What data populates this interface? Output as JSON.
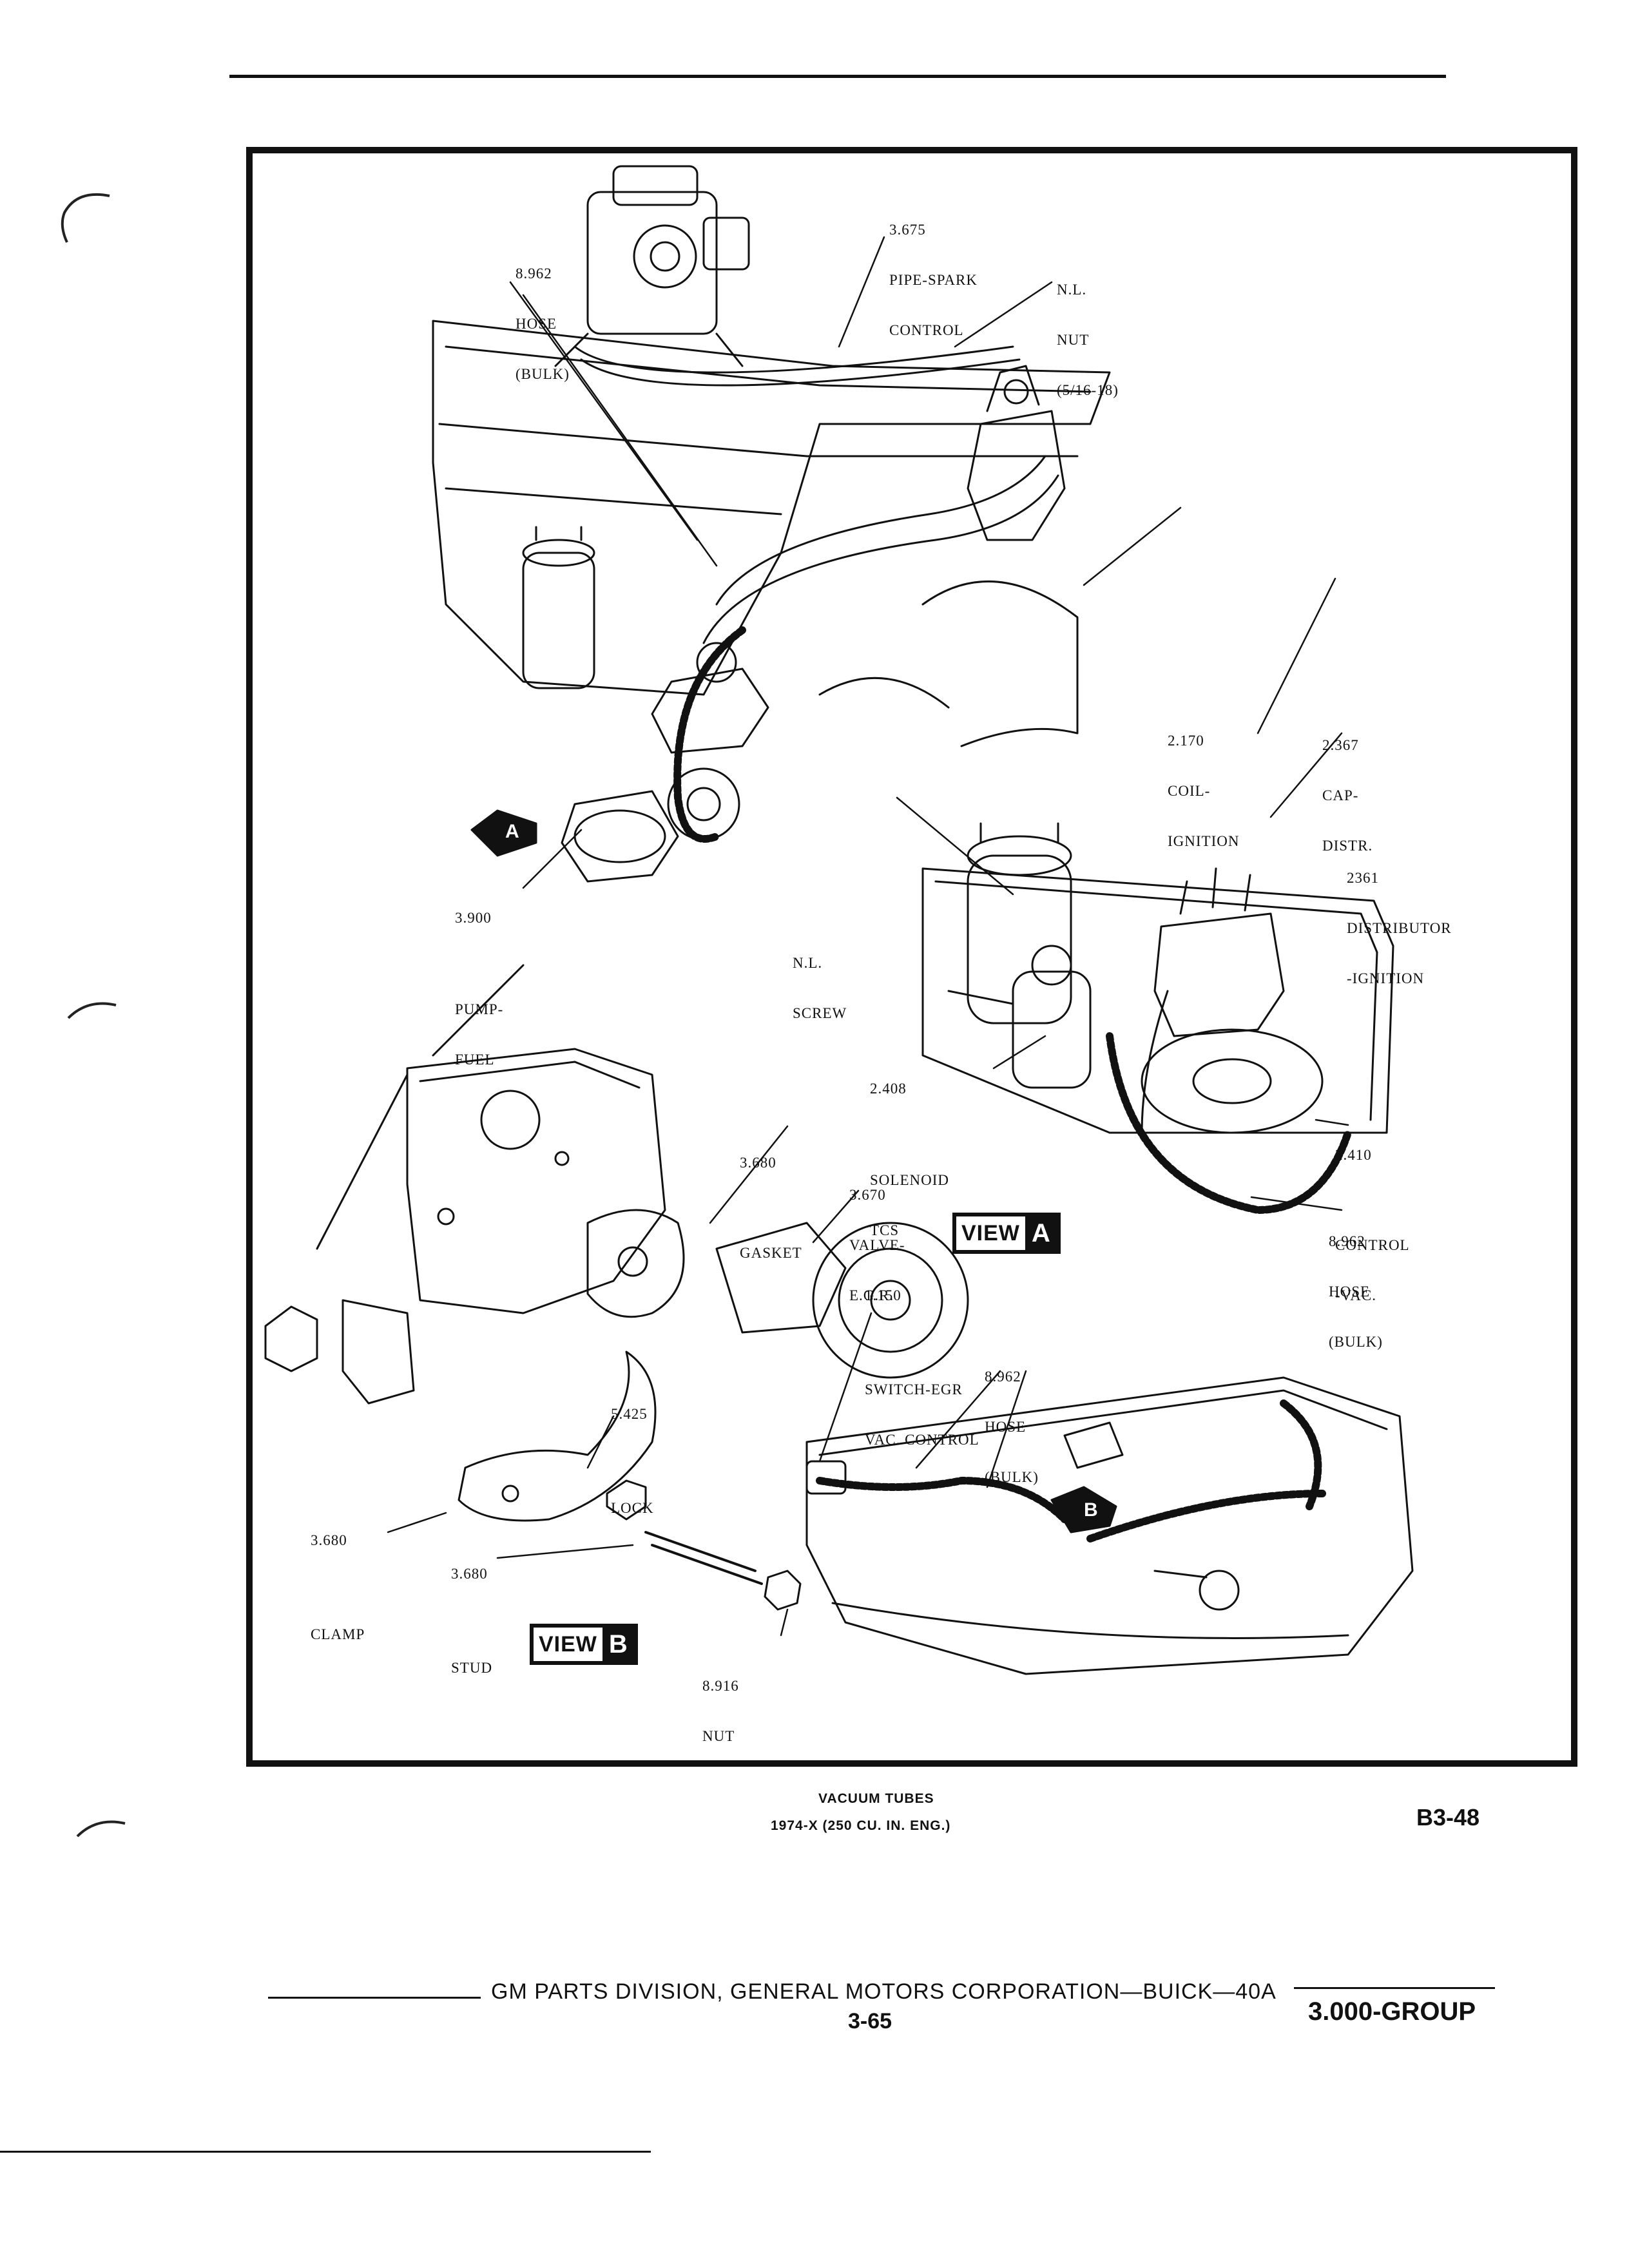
{
  "callouts": {
    "pipe_spark": {
      "num": "3.675",
      "l1": "PIPE-SPARK",
      "l2": "CONTROL"
    },
    "hose_top": {
      "num": "8.962",
      "l1": "HOSE",
      "l2": "(BULK)"
    },
    "nut_top": {
      "num": "N.L.",
      "l1": "NUT",
      "l2": "(5/16-18)"
    },
    "coil": {
      "num": "2.170",
      "l1": "COIL-",
      "l2": "IGNITION"
    },
    "cap": {
      "num": "2.367",
      "l1": "CAP-",
      "l2": "DISTR."
    },
    "distributor": {
      "num": "2361",
      "l1": "DISTRIBUTOR",
      "l2": "-IGNITION"
    },
    "pump": {
      "num": "3.900",
      "l1": "PUMP-",
      "l2": "FUEL"
    },
    "screw": {
      "num": "N.L.",
      "l1": "SCREW"
    },
    "solenoid": {
      "num": "2.408",
      "l1": "SOLENOID",
      "l2": "TCS"
    },
    "gasket": {
      "num": "3.680",
      "l1": "GASKET"
    },
    "valve": {
      "num": "3.670",
      "l1": "VALVE-",
      "l2": "E.G.R."
    },
    "control_vac": {
      "num": "2.410",
      "l1": "CONTROL",
      "l2": "-VAC."
    },
    "hose_right": {
      "num": "8.962",
      "l1": "HOSE",
      "l2": "(BULK)"
    },
    "switch": {
      "num": "1.150",
      "l1": "SWITCH-EGR",
      "l2": "VAC. CONTROL"
    },
    "hose_bottom": {
      "num": "8.962",
      "l1": "HOSE",
      "l2": "(BULK)"
    },
    "lock": {
      "num": "5.425",
      "l1": "LOCK"
    },
    "clamp": {
      "num": "3.680",
      "l1": "CLAMP"
    },
    "stud": {
      "num": "3.680",
      "l1": "STUD"
    },
    "nut_bottom": {
      "num": "8.916",
      "l1": "NUT"
    }
  },
  "markers": {
    "a": "A",
    "b": "B"
  },
  "views": {
    "a": {
      "word": "VIEW",
      "letter": "A"
    },
    "b": {
      "word": "VIEW",
      "letter": "B"
    }
  },
  "caption": {
    "line1": "VACUUM TUBES",
    "line2": "1974-X (250 CU. IN. ENG.)"
  },
  "figure_number": "B3-48",
  "footer": {
    "publisher": "GM PARTS DIVISION, GENERAL MOTORS CORPORATION—BUICK—40A",
    "page": "3-65",
    "group": "3.000-GROUP"
  }
}
